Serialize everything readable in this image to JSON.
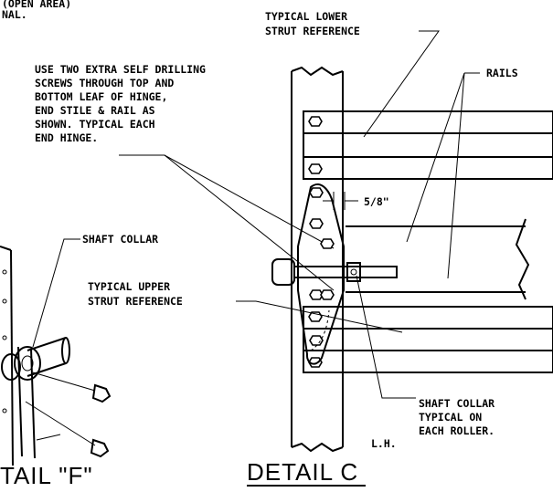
{
  "note_top_left": [
    "(OPEN AREA)",
    "NAL."
  ],
  "lower_strut_label": [
    "TYPICAL LOWER",
    "STRUT REFERENCE"
  ],
  "rails_label": "RAILS",
  "screws_note": [
    "USE TWO EXTRA SELF DRILLING",
    "SCREWS THROUGH TOP AND",
    "BOTTOM LEAF OF HINGE,",
    "END STILE & RAIL AS",
    "SHOWN.  TYPICAL EACH",
    "END HINGE."
  ],
  "dimension_label": "5/8\"",
  "shaft_collar_label": "SHAFT COLLAR",
  "upper_strut_label": [
    "TYPICAL UPPER",
    "STRUT REFERENCE"
  ],
  "shaft_collar_roller_label": [
    "SHAFT COLLAR",
    "TYPICAL ON",
    "EACH ROLLER."
  ],
  "hand_label": "L.H.",
  "detail_f_title": "TAIL  \"F\"",
  "detail_c_title": "DETAIL  C"
}
